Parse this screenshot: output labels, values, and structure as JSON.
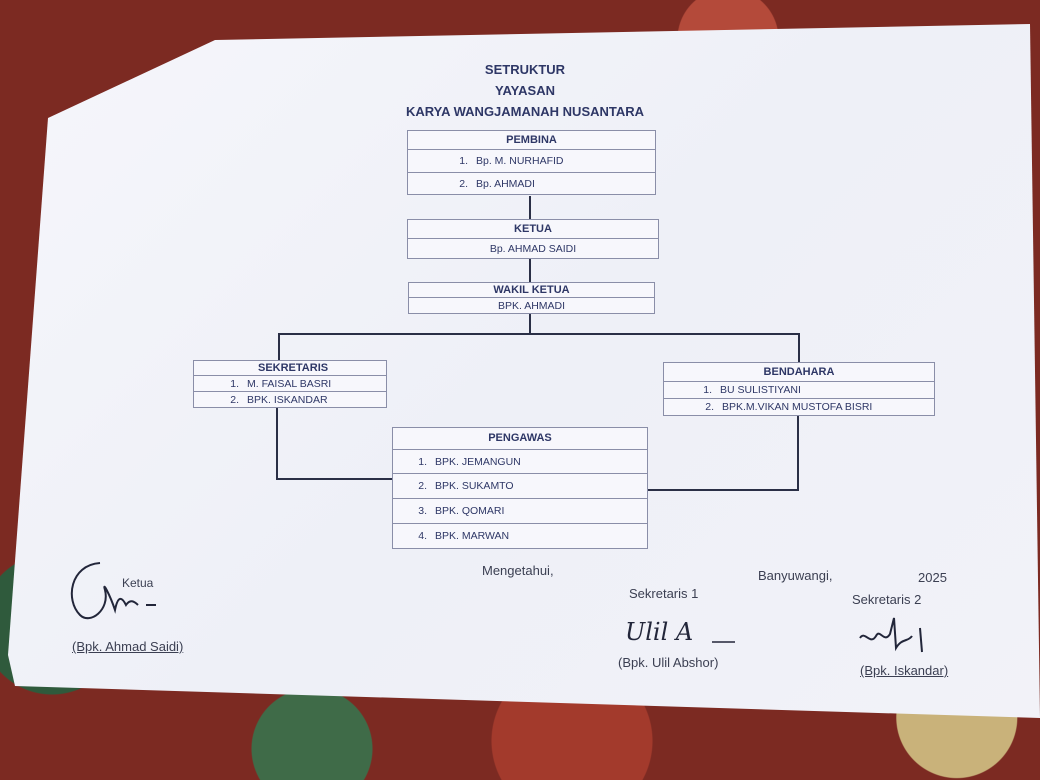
{
  "header": {
    "line1": "SETRUKTUR",
    "line2": "YAYASAN",
    "line3": "KARYA WANGJAMANAH NUSANTARA"
  },
  "pembina": {
    "title": "PEMBINA",
    "members": [
      {
        "num": "1.",
        "name": "Bp. M. NURHAFID"
      },
      {
        "num": "2.",
        "name": "Bp. AHMADI"
      }
    ]
  },
  "ketua": {
    "title": "KETUA",
    "name": "Bp. AHMAD SAIDI"
  },
  "wakil_ketua": {
    "title": "WAKIL KETUA",
    "name": "BPK. AHMADI"
  },
  "sekretaris": {
    "title": "SEKRETARIS",
    "members": [
      {
        "num": "1.",
        "name": "M. FAISAL BASRI"
      },
      {
        "num": "2.",
        "name": "BPK. ISKANDAR"
      }
    ]
  },
  "bendahara": {
    "title": "BENDAHARA",
    "members": [
      {
        "num": "1.",
        "name": "BU SULISTIYANI"
      },
      {
        "num": "2.",
        "name": "BPK.M.VIKAN MUSTOFA BISRI"
      }
    ]
  },
  "pengawas": {
    "title": "PENGAWAS",
    "members": [
      {
        "num": "1.",
        "name": "BPK. JEMANGUN"
      },
      {
        "num": "2.",
        "name": "BPK. SUKAMTO"
      },
      {
        "num": "3.",
        "name": "BPK. QOMARI"
      },
      {
        "num": "4.",
        "name": "BPK. MARWAN"
      }
    ]
  },
  "footer": {
    "mengetahui": "Mengetahui,",
    "place": "Banyuwangi,",
    "year": "2025",
    "ketua_role": "Ketua",
    "ketua_name": "(Bpk. Ahmad Saidi)",
    "sek1_role": "Sekretaris 1",
    "sek1_name": "(Bpk. Ulil Abshor)",
    "sek2_role": "Sekretaris 2",
    "sek2_name": "(Bpk. Iskandar)",
    "sek1_signature": "Ulil A"
  }
}
